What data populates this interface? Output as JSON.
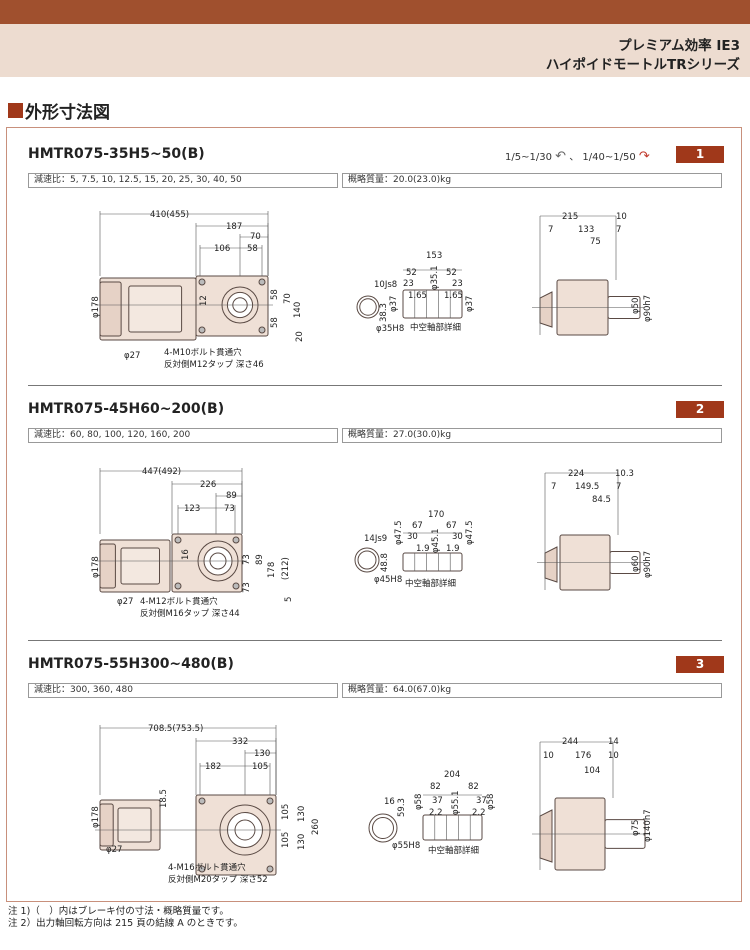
{
  "header": {
    "line1": "プレミアム効率 IE3",
    "line2": "ハイポイドモートルTRシリーズ"
  },
  "section_title": "外形寸法図",
  "rotation": {
    "range1": "1/5~1/30",
    "sep": "、",
    "range2": "1/40~1/50"
  },
  "sections": [
    {
      "number": "1",
      "model": "HMTR075-35H5~50(B)",
      "ratio": "減速比：5, 7.5, 10, 12.5, 15, 20, 25, 30, 40, 50",
      "mass": "概略質量：20.0(23.0)kg",
      "side": [
        "410(455)",
        "187",
        "70",
        "106",
        "58",
        "φ178",
        "12",
        "58",
        "58",
        "70",
        "140",
        "20",
        "φ27",
        "4-M10ボルト貫通穴",
        "反対側M12タップ 深さ46"
      ],
      "shaft": [
        "10Js8",
        "38.3",
        "φ37",
        "φ35H8",
        "153",
        "52",
        "52",
        "23",
        "23",
        "1.65",
        "φ35.1",
        "1.65",
        "φ37",
        "中空軸部詳細"
      ],
      "end": [
        "215",
        "10",
        "7",
        "133",
        "7",
        "75",
        "φ50",
        "φ90h7"
      ]
    },
    {
      "number": "2",
      "model": "HMTR075-45H60~200(B)",
      "ratio": "減速比：60, 80, 100, 120, 160, 200",
      "mass": "概略質量：27.0(30.0)kg",
      "side": [
        "447(492)",
        "226",
        "89",
        "123",
        "73",
        "φ178",
        "16",
        "73",
        "73",
        "89",
        "178",
        "(212)",
        "5",
        "φ27",
        "4-M12ボルト貫通穴",
        "反対側M16タップ 深さ44"
      ],
      "shaft": [
        "14Js9",
        "48.8",
        "φ45H8",
        "170",
        "67",
        "67",
        "30",
        "30",
        "1.9",
        "φ45.1",
        "1.9",
        "φ47.5",
        "φ47.5",
        "中空軸部詳細"
      ],
      "end": [
        "224",
        "10.3",
        "7",
        "149.5",
        "7",
        "84.5",
        "φ60",
        "φ90h7"
      ]
    },
    {
      "number": "3",
      "model": "HMTR075-55H300~480(B)",
      "ratio": "減速比：300, 360, 480",
      "mass": "概略質量：64.0(67.0)kg",
      "side": [
        "708.5(753.5)",
        "332",
        "130",
        "182",
        "105",
        "φ178",
        "18.5",
        "105",
        "105",
        "130",
        "130",
        "260",
        "φ27",
        "4-M16ボルト貫通穴",
        "反対側M20タップ 深さ52"
      ],
      "shaft": [
        "16",
        "59.3",
        "φ55H8",
        "204",
        "82",
        "82",
        "φ58",
        "37",
        "φ55.1",
        "37",
        "2.2",
        "2.2",
        "φ58",
        "中空軸部詳細"
      ],
      "end": [
        "244",
        "14",
        "10",
        "176",
        "10",
        "104",
        "φ75",
        "φ140h7"
      ]
    }
  ],
  "notes": [
    "注 1)（　）内はブレーキ付の寸法・概略質量です。",
    "注 2）出力軸回転方向は 215 頁の結線 A のときです。"
  ],
  "colors": {
    "brand": "#a0502e",
    "accent": "#a0381a",
    "band": "#eddcd0",
    "body": "#efe0d6"
  }
}
